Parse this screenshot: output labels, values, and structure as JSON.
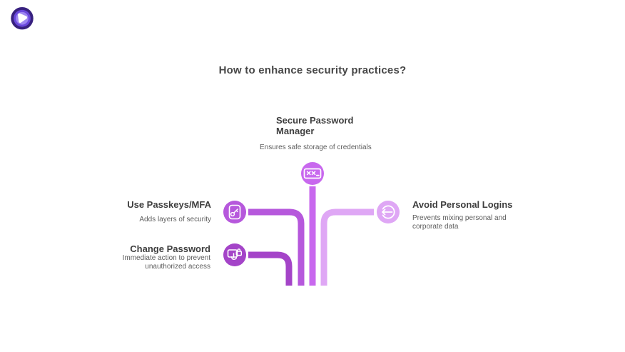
{
  "brand": {
    "name": "pick-logo",
    "colors": {
      "outer": "#38217f",
      "mid": "#6a48dc",
      "inner": "#9e87f1",
      "pick": "#ffffff"
    }
  },
  "title": {
    "text": "How to enhance security practices?"
  },
  "nodes": [
    {
      "id": "secure-password-manager",
      "label": "Secure Password\nManager",
      "description": "Ensures safe storage of credentials",
      "icon": "password-field-icon",
      "color": "#c868ee"
    },
    {
      "id": "use-passkeys-mfa",
      "label": "Use Passkeys/MFA",
      "description": "Adds layers of security",
      "icon": "passkey-icon",
      "color": "#b658dc"
    },
    {
      "id": "change-password",
      "label": "Change Password",
      "description": "Immediate action to prevent\nunauthorized access",
      "icon": "change-password-icon",
      "color": "#a444c8"
    },
    {
      "id": "avoid-personal-logins",
      "label": "Avoid Personal Logins",
      "description": "Prevents mixing personal and\ncorporate data",
      "icon": "login-arrow-icon",
      "color": "#dfa7f5"
    }
  ]
}
